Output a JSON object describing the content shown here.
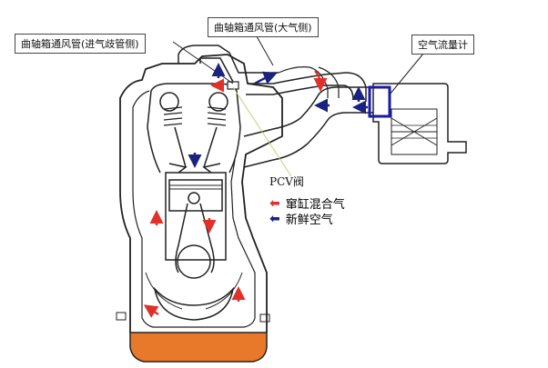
{
  "labels": {
    "breather_atmosphere": "曲轴箱通风管(大气侧)",
    "breather_intake": "曲轴箱通风管(进气歧管侧)",
    "air_flow_meter": "空气流量计",
    "pcv_valve": "PCV阀"
  },
  "legend": [
    {
      "key": "blowby",
      "label": "窜缸混合气",
      "color": "#e0302a",
      "icon": "left-arrow-icon"
    },
    {
      "key": "fresh",
      "label": "新鲜空气",
      "color": "#1a237e",
      "icon": "left-arrow-icon"
    }
  ],
  "colors": {
    "oil": "#e8782a",
    "blowby": "#e0302a",
    "fresh_air": "#1a237e",
    "maf_box": "#1a1aa8",
    "outline": "#222222",
    "pcv_leader": "#c9cf7a"
  }
}
